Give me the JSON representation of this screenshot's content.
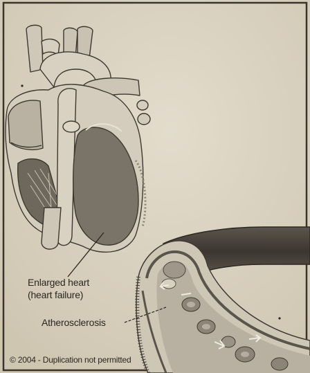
{
  "labels": {
    "enlarged_heart_line1": "Enlarged heart",
    "enlarged_heart_line2": "(heart failure)",
    "atherosclerosis": "Atherosclerosis",
    "copyright": "© 2004 - Duplication not permitted"
  },
  "colors": {
    "paper": "#ddd5c4",
    "frame": "#3a342b",
    "ink": "#2b2620",
    "heart_shadow": "#8a8274",
    "vessel_wall": "#3f3a33"
  }
}
